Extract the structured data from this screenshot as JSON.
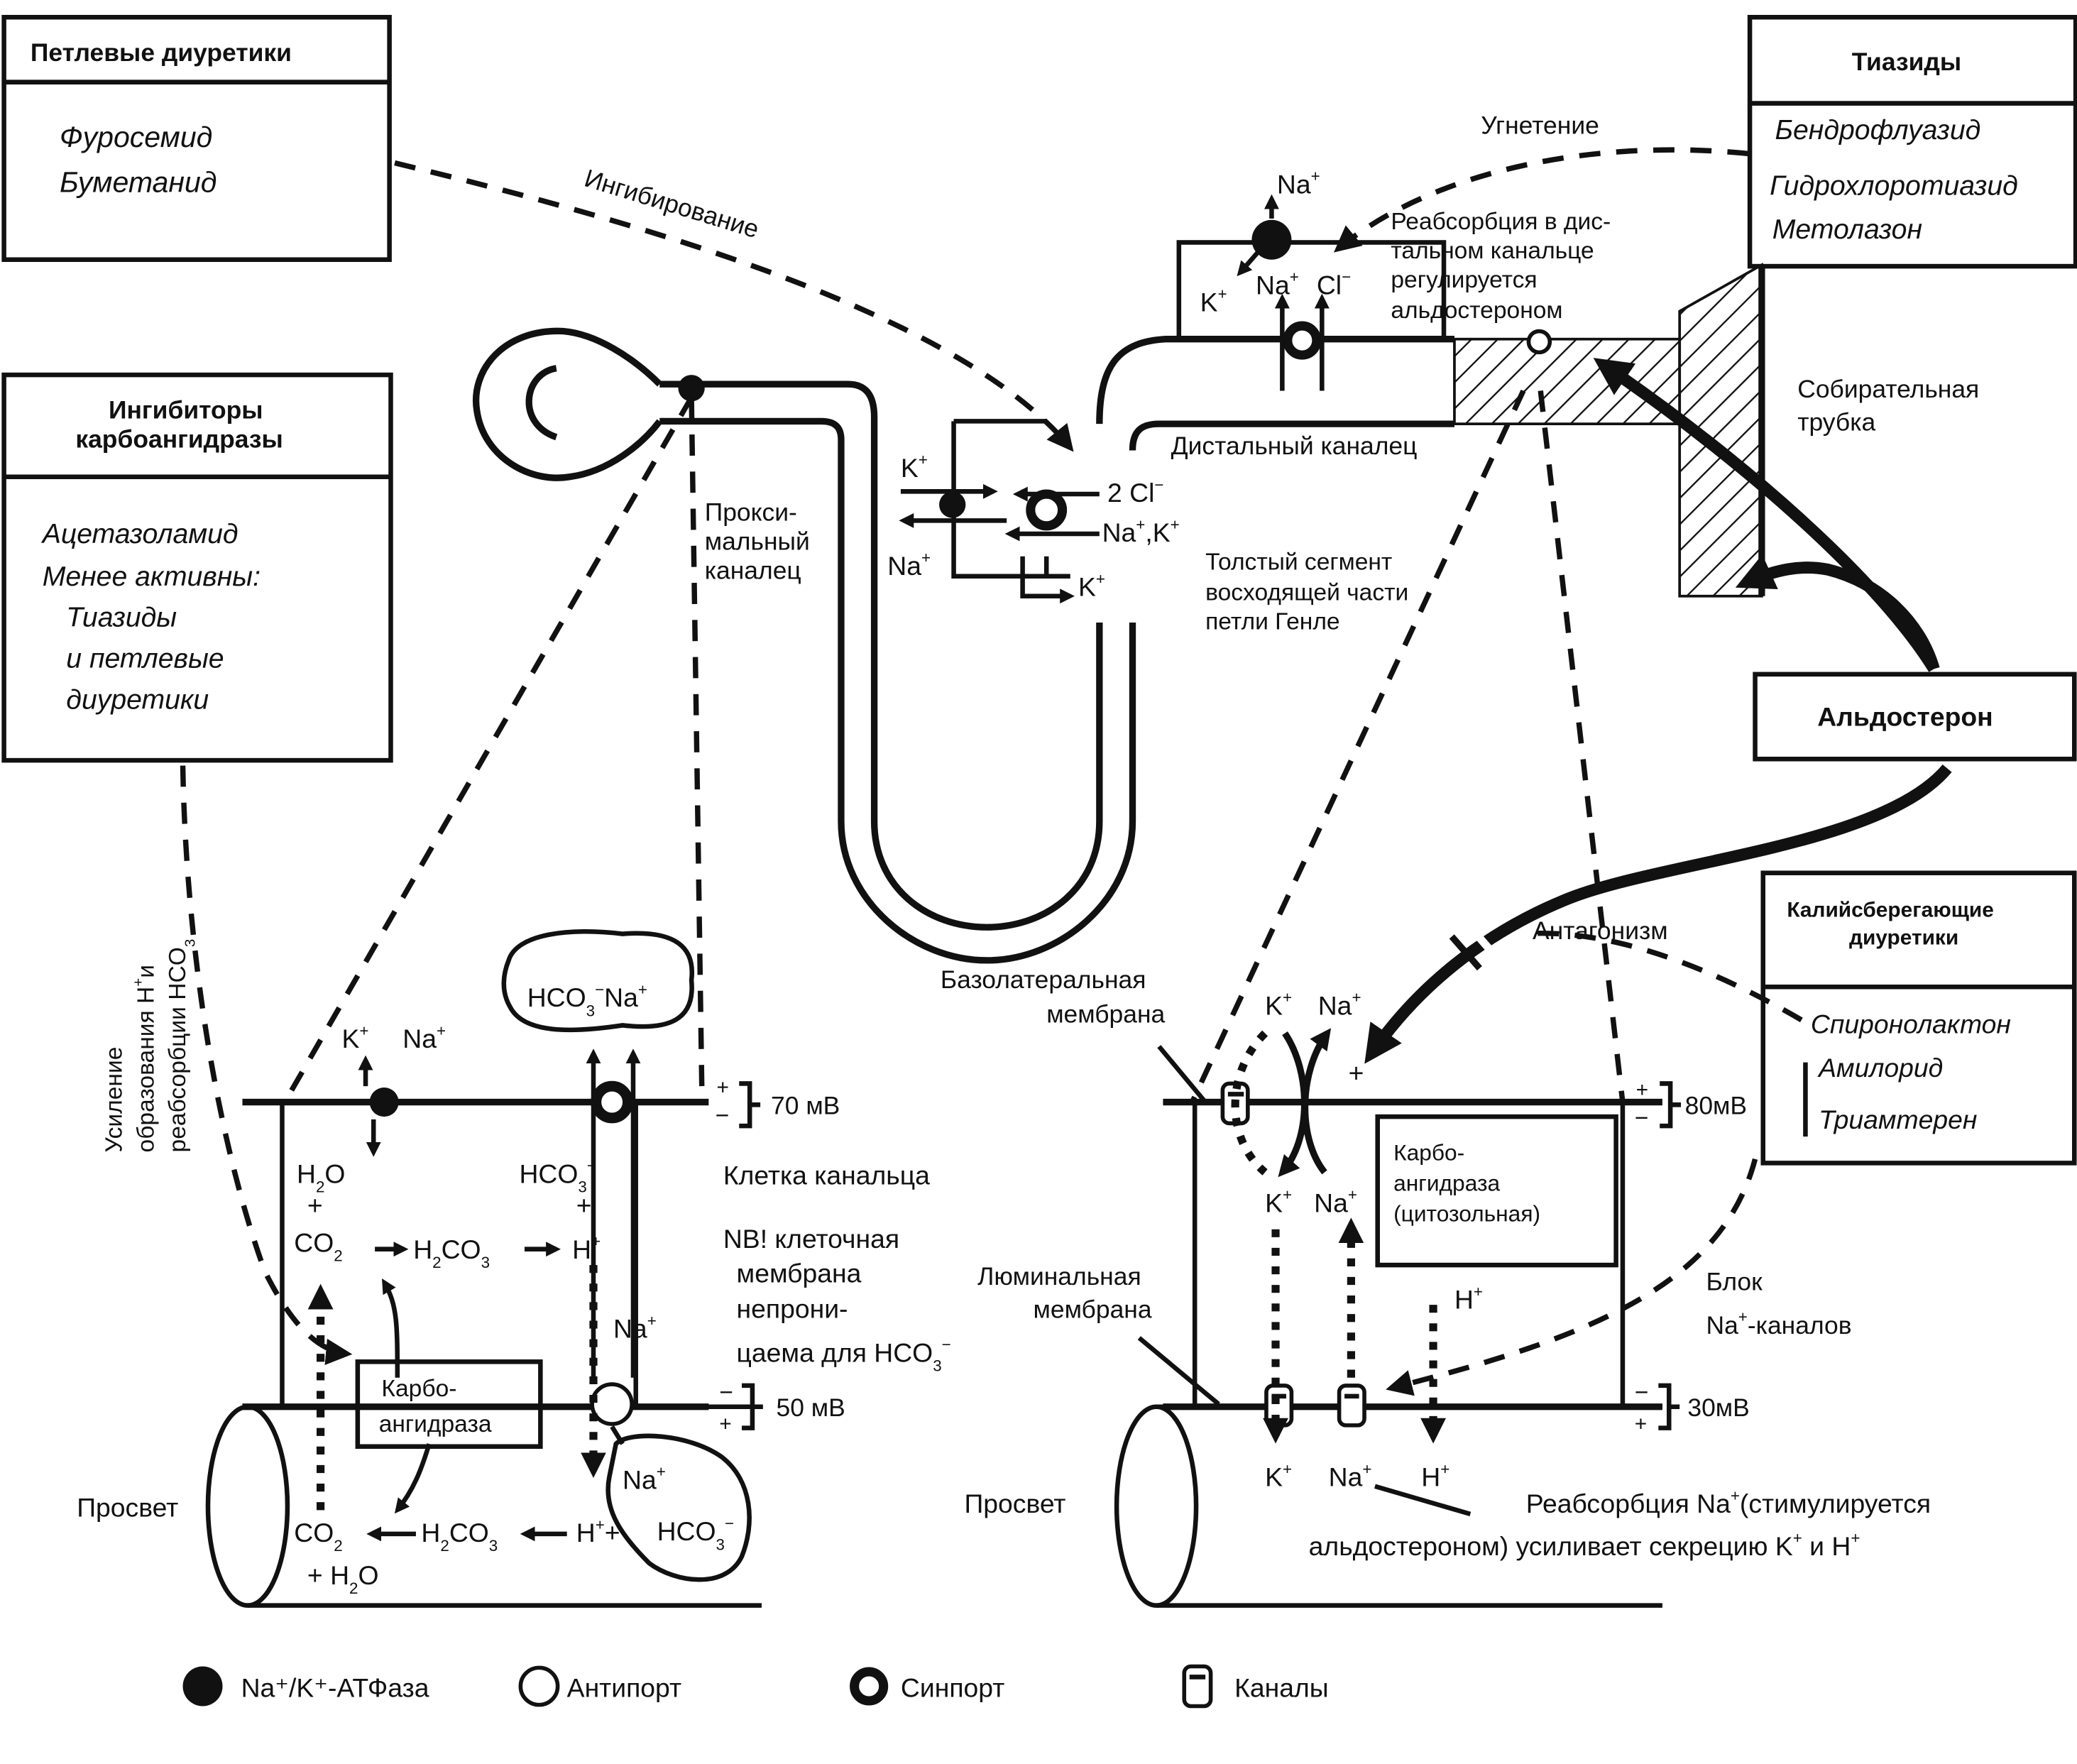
{
  "boxes": {
    "loop": {
      "title": "Петлевые диуретики",
      "items": [
        "Фуросемид",
        "Буметанид"
      ]
    },
    "thiazides": {
      "title": "Тиазиды",
      "items": [
        "Бендрофлуазид",
        "Гидрохлоротиазид",
        "Метолазон"
      ]
    },
    "ca": {
      "title1": "Ингибиторы",
      "title2": "карбоангидразы",
      "items": [
        "Ацетазоламид",
        "Менее активны:",
        "Тиазиды",
        "и петлевые",
        "диуретики"
      ]
    },
    "aldosterone": {
      "title": "Альдостерон"
    },
    "ksparing": {
      "title1": "Калийсберегающие",
      "title2": "диуретики",
      "items": [
        "Спиронолактон",
        "Амилорид",
        "Триамтерен"
      ]
    }
  },
  "labels": {
    "inhibition": "Ингибирование",
    "suppression": "Угнетение",
    "prox1": "Прокси-",
    "prox2": "мальный",
    "prox3": "каналец",
    "distal_reab1": "Реабсорбция в дис-",
    "distal_reab2": "тальном канальце",
    "distal_reab3": "регулируется",
    "distal_reab4": "альдостероном",
    "distal": "Дистальный каналец",
    "collect1": "Собирательная",
    "collect2": "трубка",
    "thick1": "Толстый сегмент",
    "thick2": "восходящей части",
    "thick3": "петли Генле",
    "antagonism": "Антагонизм",
    "basolat1": "Базолатеральная",
    "basolat2": "мембрана",
    "luminal1": "Люминальная",
    "luminal2": "мембрана",
    "cell": "Клетка канальца",
    "nb1": "NB! клеточная",
    "nb2": "мембрана",
    "nb3": "непрони-",
    "nb4": "цаема для HCO",
    "lumen_left": "Просвет",
    "lumen_right": "Просвет",
    "v70": "70 мВ",
    "v50": "50 мВ",
    "v80": "80мВ",
    "v30": "30мВ",
    "ca_enzyme1": "Карбо-",
    "ca_enzyme2": "ангидраза",
    "ca_cyto1": "Карбо-",
    "ca_cyto2": "ангидраза",
    "ca_cyto3": "(цитозольная)",
    "block1": "Блок",
    "block2": "-каналов",
    "reab_na1": "Реабсорбция Na",
    "reab_na2": "(стимулируется",
    "reab_na3": "альдостероном) усиливает секрецию K",
    "reab_na4": "и H",
    "rot1": "Усиление",
    "rot2": "образования H",
    "rot3": "и",
    "rot4": "реабсорбции HCO"
  },
  "legend": [
    {
      "icon": "atpase",
      "label": "Na⁺/K⁺-АТФаза"
    },
    {
      "icon": "antiport",
      "label": "Антипорт"
    },
    {
      "icon": "symport",
      "label": "Синпорт"
    },
    {
      "icon": "channel",
      "label": "Каналы"
    }
  ]
}
